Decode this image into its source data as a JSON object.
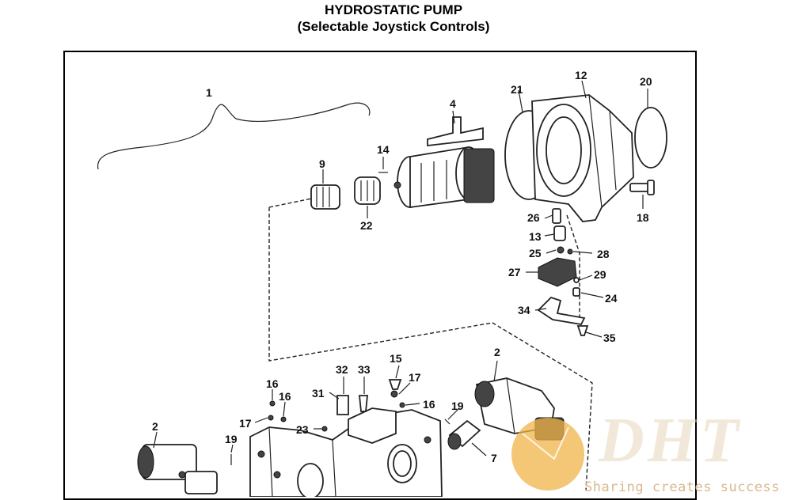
{
  "title": {
    "line1": "HYDROSTATIC PUMP",
    "line2": "(Selectable Joystick Controls)"
  },
  "callouts": [
    "1",
    "2",
    "2",
    "4",
    "7",
    "9",
    "12",
    "13",
    "14",
    "15",
    "16",
    "16",
    "16",
    "17",
    "17",
    "18",
    "19",
    "19",
    "20",
    "21",
    "22",
    "23",
    "24",
    "25",
    "26",
    "27",
    "28",
    "29",
    "31",
    "32",
    "33",
    "34",
    "35"
  ],
  "watermark": {
    "logo_text": "DHT",
    "tagline": "Sharing creates success",
    "color": "#e9a93a"
  }
}
